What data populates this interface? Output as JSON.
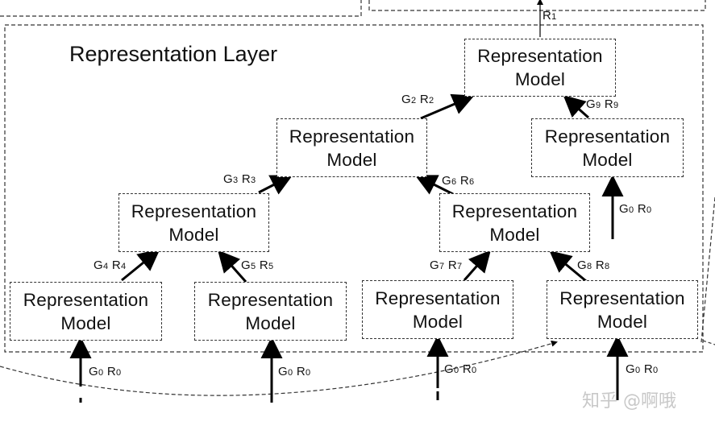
{
  "layer_title": "Representation Layer",
  "boxes": [
    {
      "id": "rm-root",
      "line1": "Representation",
      "line2": "Model"
    },
    {
      "id": "rm-g2",
      "line1": "Representation",
      "line2": "Model"
    },
    {
      "id": "rm-g9",
      "line1": "Representation",
      "line2": "Model"
    },
    {
      "id": "rm-g3",
      "line1": "Representation",
      "line2": "Model"
    },
    {
      "id": "rm-g6",
      "line1": "Representation",
      "line2": "Model"
    },
    {
      "id": "rm-g4",
      "line1": "Representation",
      "line2": "Model"
    },
    {
      "id": "rm-g5",
      "line1": "Representation",
      "line2": "Model"
    },
    {
      "id": "rm-g7",
      "line1": "Representation",
      "line2": "Model"
    },
    {
      "id": "rm-g8",
      "line1": "Representation",
      "line2": "Model"
    }
  ],
  "labels": {
    "r1": {
      "g": "",
      "gsub": "",
      "r": "R",
      "rsub": "1"
    },
    "g2r2": {
      "g": "G",
      "gsub": "2",
      "r": "R",
      "rsub": "2"
    },
    "g9r9": {
      "g": "G",
      "gsub": "9",
      "r": "R",
      "rsub": "9"
    },
    "g3r3": {
      "g": "G",
      "gsub": "3",
      "r": "R",
      "rsub": "3"
    },
    "g6r6": {
      "g": "G",
      "gsub": "6",
      "r": "R",
      "rsub": "6"
    },
    "g0r0_right": {
      "g": "G",
      "gsub": "0",
      "r": "R",
      "rsub": "0"
    },
    "g4r4": {
      "g": "G",
      "gsub": "4",
      "r": "R",
      "rsub": "4"
    },
    "g5r5": {
      "g": "G",
      "gsub": "5",
      "r": "R",
      "rsub": "5"
    },
    "g7r7": {
      "g": "G",
      "gsub": "7",
      "r": "R",
      "rsub": "7"
    },
    "g8r8": {
      "g": "G",
      "gsub": "8",
      "r": "R",
      "rsub": "8"
    },
    "g0r0_b1": {
      "g": "G",
      "gsub": "0",
      "r": "R",
      "rsub": "0"
    },
    "g0r0_b2": {
      "g": "G",
      "gsub": "0",
      "r": "R",
      "rsub": "0"
    },
    "g0r0_b3": {
      "g": "G",
      "gsub": "0",
      "r": "R",
      "rsub": "0"
    },
    "g0r0_b4": {
      "g": "G",
      "gsub": "0",
      "r": "R",
      "rsub": "0"
    }
  },
  "watermark": "知乎 @啊哦",
  "colors": {
    "stroke": "#000000",
    "dash": "#333333",
    "watermark": "#c8c8c8"
  }
}
